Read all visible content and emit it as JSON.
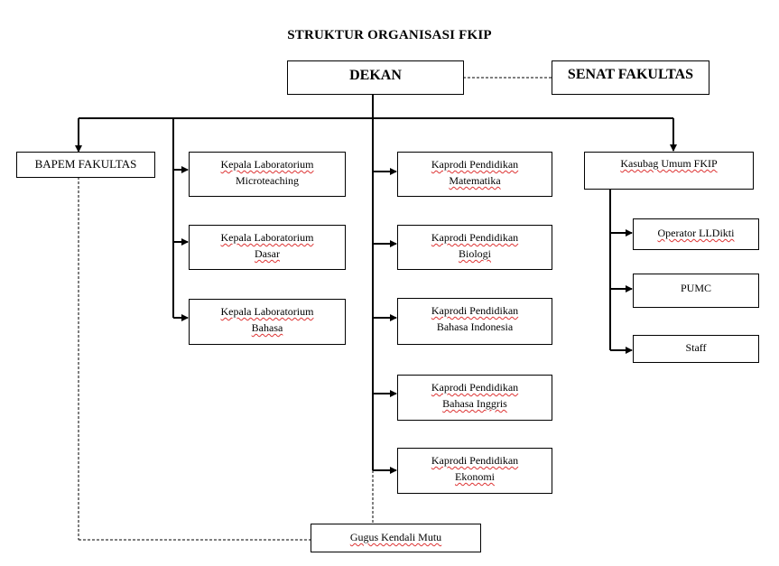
{
  "title": "STRUKTUR ORGANISASI FKIP",
  "boxes": {
    "dekan": {
      "l1": "DEKAN"
    },
    "senat": {
      "l1": "SENAT FAKULTAS"
    },
    "bapem": {
      "l1": "BAPEM FAKULTAS"
    },
    "lab_micro": {
      "l1": "Kepala Laboratorium",
      "l2": "Microteaching"
    },
    "lab_dasar": {
      "l1": "Kepala Laboratorium",
      "l2": "Dasar"
    },
    "lab_bahasa": {
      "l1": "Kepala Laboratorium",
      "l2": "Bahasa"
    },
    "prodi_mat": {
      "l1": "Kaprodi Pendidikan",
      "l2": "Matematika"
    },
    "prodi_bio": {
      "l1": "Kaprodi Pendidikan",
      "l2": "Biologi"
    },
    "prodi_bind": {
      "l1": "Kaprodi Pendidikan",
      "l2": "Bahasa Indonesia"
    },
    "prodi_bing": {
      "l1": "Kaprodi Pendidikan",
      "l2": "Bahasa Inggris"
    },
    "prodi_eko": {
      "l1": "Kaprodi Pendidikan",
      "l2": "Ekonomi"
    },
    "kasubag": {
      "l1": "Kasubag Umum FKIP"
    },
    "operator": {
      "l1": "Operator LLDikti"
    },
    "pumc": {
      "l1": "PUMC"
    },
    "staff": {
      "l1": "Staff"
    },
    "gugus": {
      "l1": "Gugus Kendali Mutu"
    }
  }
}
